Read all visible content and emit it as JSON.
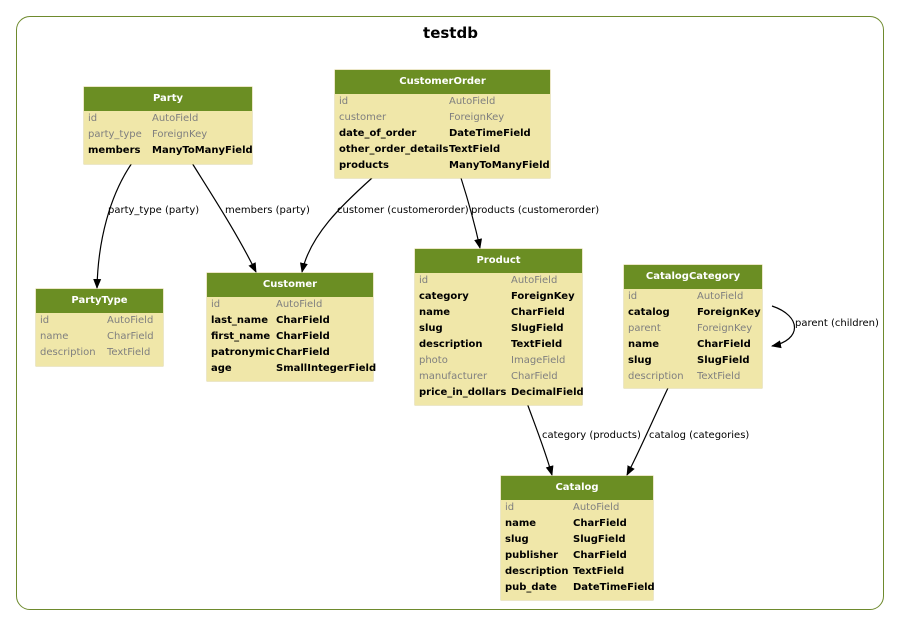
{
  "diagram": {
    "title": "testdb",
    "models": {
      "party": {
        "name": "Party",
        "fields": [
          {
            "name": "id",
            "type": "AutoField",
            "bold": false
          },
          {
            "name": "party_type",
            "type": "ForeignKey",
            "bold": false
          },
          {
            "name": "members",
            "type": "ManyToManyField",
            "bold": true
          }
        ]
      },
      "customerorder": {
        "name": "CustomerOrder",
        "fields": [
          {
            "name": "id",
            "type": "AutoField",
            "bold": false
          },
          {
            "name": "customer",
            "type": "ForeignKey",
            "bold": false
          },
          {
            "name": "date_of_order",
            "type": "DateTimeField",
            "bold": true
          },
          {
            "name": "other_order_details",
            "type": "TextField",
            "bold": true
          },
          {
            "name": "products",
            "type": "ManyToManyField",
            "bold": true
          }
        ]
      },
      "partytype": {
        "name": "PartyType",
        "fields": [
          {
            "name": "id",
            "type": "AutoField",
            "bold": false
          },
          {
            "name": "name",
            "type": "CharField",
            "bold": false
          },
          {
            "name": "description",
            "type": "TextField",
            "bold": false
          }
        ]
      },
      "customer": {
        "name": "Customer",
        "fields": [
          {
            "name": "id",
            "type": "AutoField",
            "bold": false
          },
          {
            "name": "last_name",
            "type": "CharField",
            "bold": true
          },
          {
            "name": "first_name",
            "type": "CharField",
            "bold": true
          },
          {
            "name": "patronymic",
            "type": "CharField",
            "bold": true
          },
          {
            "name": "age",
            "type": "SmallIntegerField",
            "bold": true
          }
        ]
      },
      "product": {
        "name": "Product",
        "fields": [
          {
            "name": "id",
            "type": "AutoField",
            "bold": false
          },
          {
            "name": "category",
            "type": "ForeignKey",
            "bold": true
          },
          {
            "name": "name",
            "type": "CharField",
            "bold": true
          },
          {
            "name": "slug",
            "type": "SlugField",
            "bold": true
          },
          {
            "name": "description",
            "type": "TextField",
            "bold": true
          },
          {
            "name": "photo",
            "type": "ImageField",
            "bold": false
          },
          {
            "name": "manufacturer",
            "type": "CharField",
            "bold": false
          },
          {
            "name": "price_in_dollars",
            "type": "DecimalField",
            "bold": true
          }
        ]
      },
      "catalogcategory": {
        "name": "CatalogCategory",
        "fields": [
          {
            "name": "id",
            "type": "AutoField",
            "bold": false
          },
          {
            "name": "catalog",
            "type": "ForeignKey",
            "bold": true
          },
          {
            "name": "parent",
            "type": "ForeignKey",
            "bold": false
          },
          {
            "name": "name",
            "type": "CharField",
            "bold": true
          },
          {
            "name": "slug",
            "type": "SlugField",
            "bold": true
          },
          {
            "name": "description",
            "type": "TextField",
            "bold": false
          }
        ]
      },
      "catalog": {
        "name": "Catalog",
        "fields": [
          {
            "name": "id",
            "type": "AutoField",
            "bold": false
          },
          {
            "name": "name",
            "type": "CharField",
            "bold": true
          },
          {
            "name": "slug",
            "type": "SlugField",
            "bold": true
          },
          {
            "name": "publisher",
            "type": "CharField",
            "bold": true
          },
          {
            "name": "description",
            "type": "TextField",
            "bold": true
          },
          {
            "name": "pub_date",
            "type": "DateTimeField",
            "bold": true
          }
        ]
      }
    },
    "edges": {
      "party_partytype": "party_type (party)",
      "party_customer": "members (party)",
      "order_customer": "customer (customerorder)",
      "order_product": "products (customerorder)",
      "product_catalog": "category (products)",
      "category_catalog": "catalog (categories)",
      "category_self": "parent (children)"
    },
    "colors": {
      "header": "#6b8e23",
      "body": "#f0e7a9",
      "border": "#6e8a2d",
      "muted_text": "#7f7f7f"
    }
  }
}
